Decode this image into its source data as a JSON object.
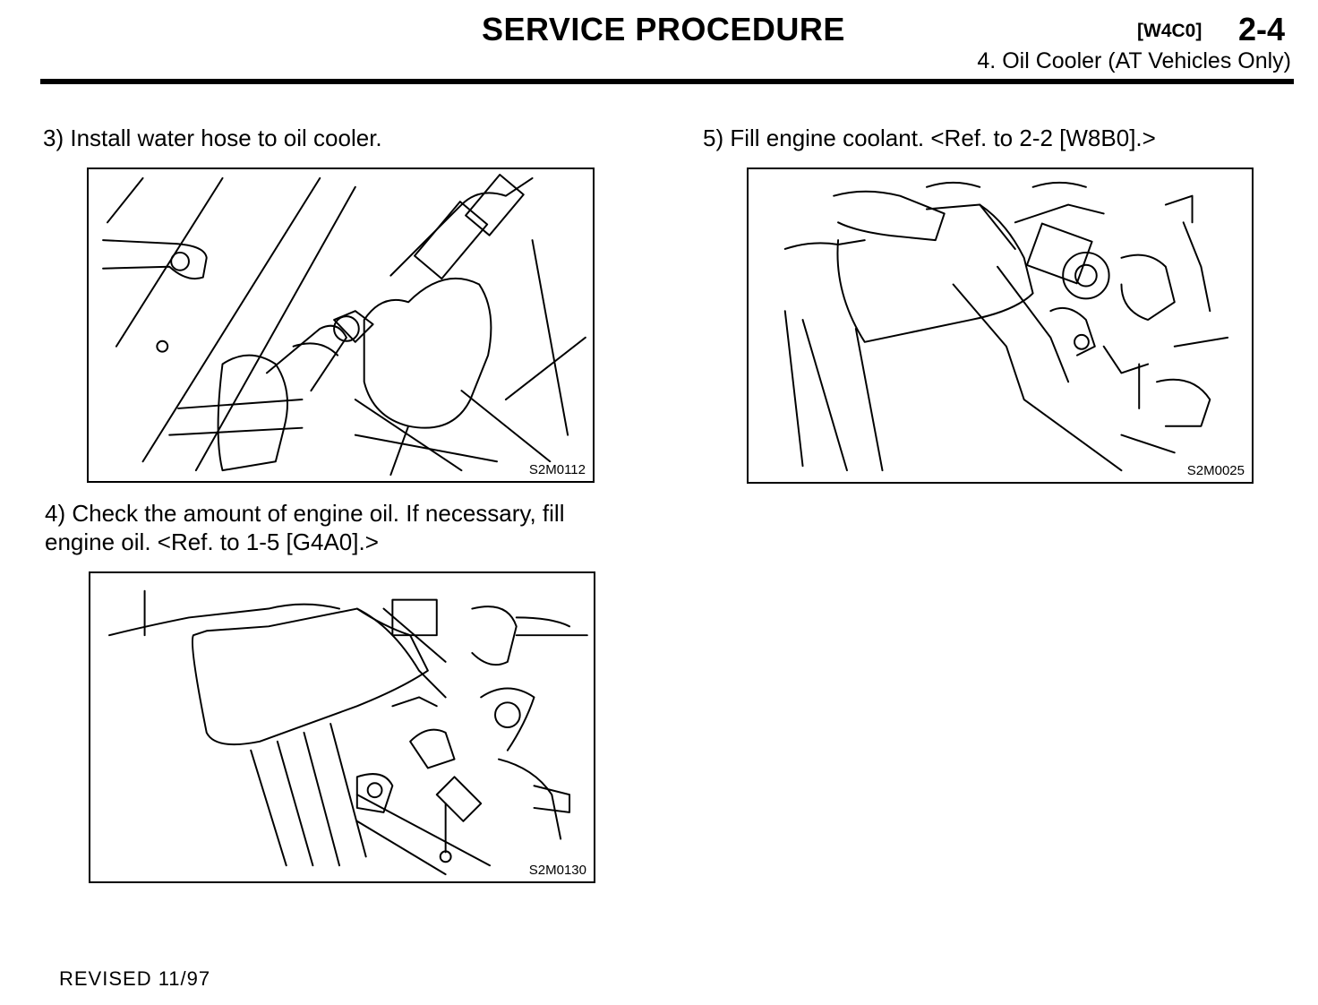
{
  "header": {
    "title": "SERVICE PROCEDURE",
    "code": "[W4C0]",
    "page": "2-4",
    "section": "4.  Oil Cooler (AT Vehicles Only)"
  },
  "steps": [
    {
      "text": "3)  Install water hose to oil cooler.",
      "figure_code": "S2M0112"
    },
    {
      "line1": "4)  Check the amount of engine oil. If necessary, fill",
      "line2": "engine oil. <Ref. to 1-5 [G4A0].>",
      "figure_code": "S2M0130"
    },
    {
      "text": "5)  Fill engine coolant. <Ref. to 2-2 [W8B0].>",
      "figure_code": "S2M0025"
    }
  ],
  "footer": {
    "revised": "REVISED  11/97"
  }
}
